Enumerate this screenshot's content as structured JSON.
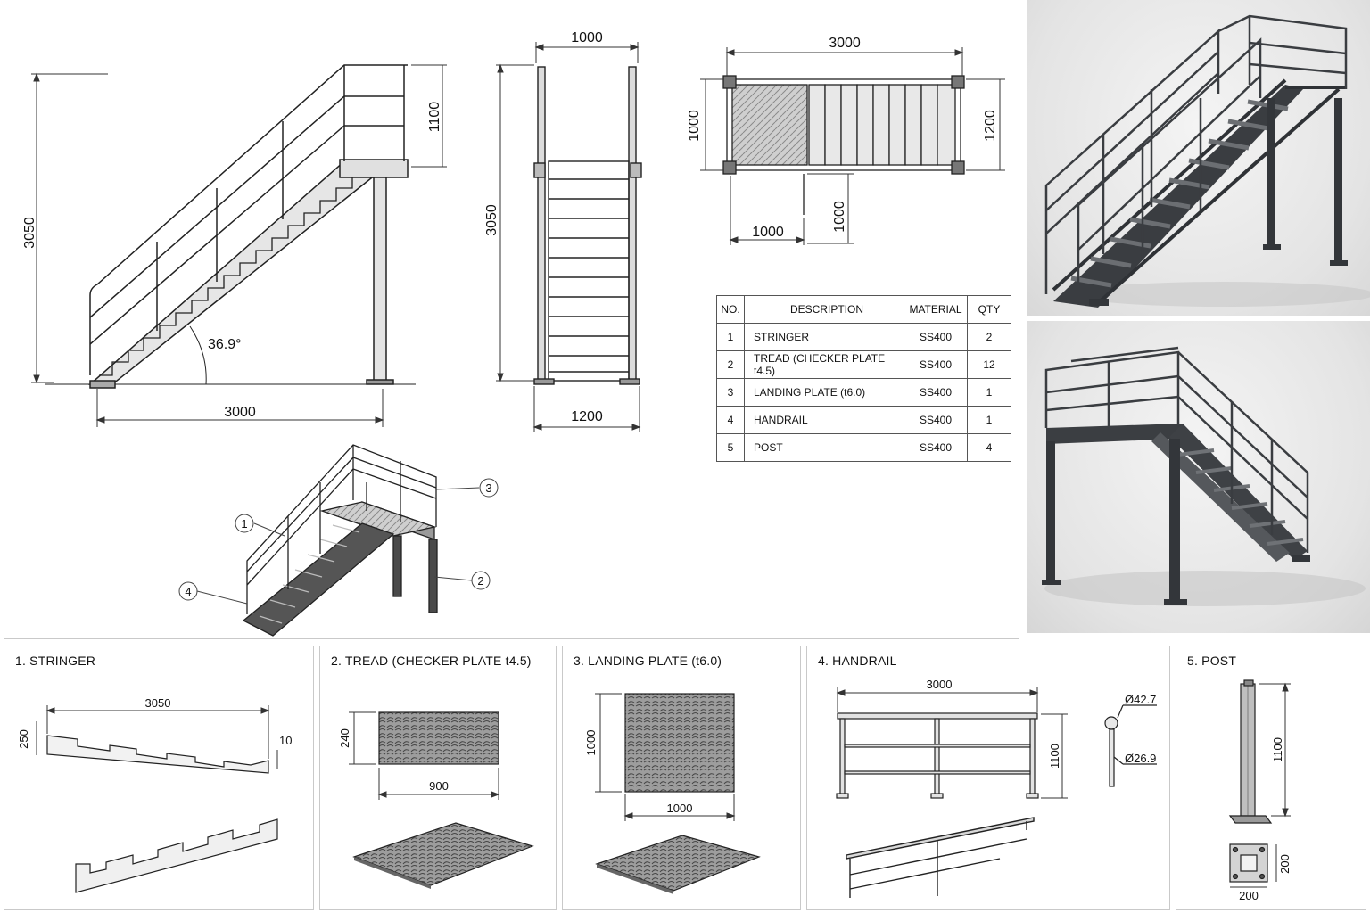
{
  "main_drawing": {
    "side_view": {
      "height": "3050",
      "length": "3000",
      "rail_height": "1100",
      "angle": "36.9°"
    },
    "front_view": {
      "top_width": "1000",
      "height": "3050",
      "bottom_width": "1200"
    },
    "plan_view": {
      "length": "3000",
      "width": "1000",
      "depth": "1200",
      "offset_x": "1000",
      "offset_y": "1000"
    },
    "callouts": [
      "1",
      "2",
      "3",
      "4"
    ]
  },
  "bom": {
    "headers": [
      "NO.",
      "DESCRIPTION",
      "MATERIAL",
      "QTY"
    ],
    "rows": [
      [
        "1",
        "STRINGER",
        "SS400",
        "2"
      ],
      [
        "2",
        "TREAD (CHECKER PLATE t4.5)",
        "SS400",
        "12"
      ],
      [
        "3",
        "LANDING PLATE (t6.0)",
        "SS400",
        "1"
      ],
      [
        "4",
        "HANDRAIL",
        "SS400",
        "1"
      ],
      [
        "5",
        "POST",
        "SS400",
        "4"
      ]
    ]
  },
  "details": {
    "stringer": {
      "title": "1. STRINGER",
      "length": "3050",
      "height": "250",
      "thickness": "10"
    },
    "tread": {
      "title": "2. TREAD (CHECKER PLATE t4.5)",
      "width": "900",
      "depth": "240"
    },
    "landing": {
      "title": "3. LANDING PLATE  (t6.0)",
      "width": "1000",
      "depth": "1000"
    },
    "handrail": {
      "title": "4. HANDRAIL",
      "length": "3000",
      "height": "1100",
      "dia_top": "Ø42.7",
      "dia_post": "Ø26.9"
    },
    "post": {
      "title": "5. POST",
      "height": "1100",
      "base_w": "200",
      "base_h": "200"
    }
  },
  "colors": {
    "steel_dark": "#34373b",
    "line": "#222222",
    "photo_bg": "#e9e9e9"
  }
}
